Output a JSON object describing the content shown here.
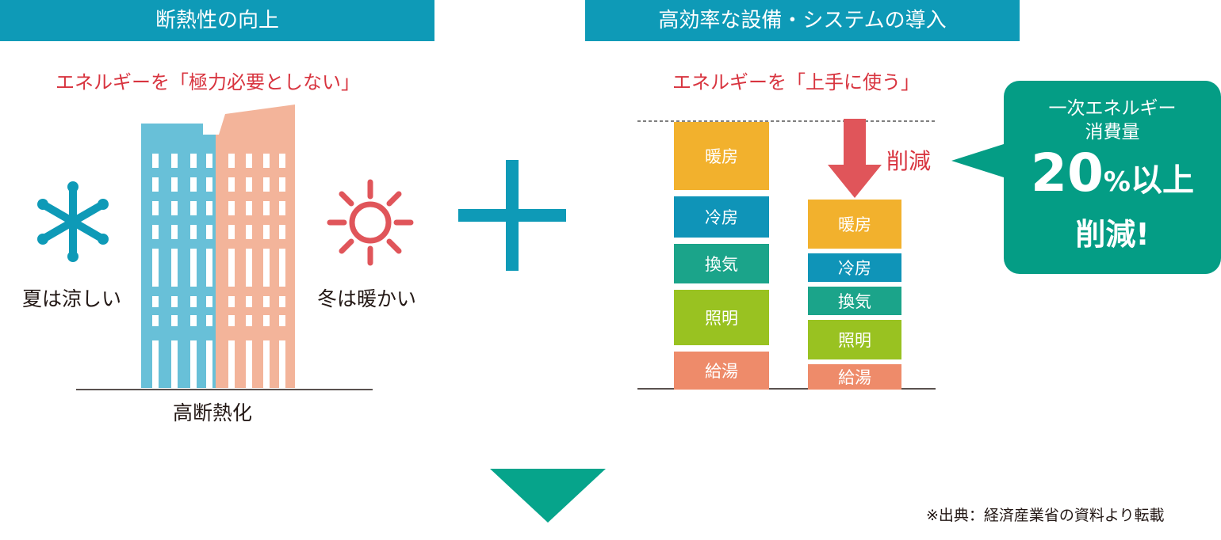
{
  "left": {
    "header": "断熱性の向上",
    "subtitle": "エネルギーを「極力必要としない」",
    "summer_label": "夏は涼しい",
    "winter_label": "冬は暖かい",
    "building_label": "高断熱化"
  },
  "right": {
    "header": "高効率な設備・システムの導入",
    "subtitle": "エネルギーを「上手に使う」",
    "reduction_label": "削減",
    "before_bar": [
      {
        "name": "暖房",
        "color": "#f2b12d"
      },
      {
        "name": "冷房",
        "color": "#0f94b8"
      },
      {
        "name": "換気",
        "color": "#1ba48a"
      },
      {
        "name": "照明",
        "color": "#99c221"
      },
      {
        "name": "給湯",
        "color": "#ee8b6a"
      }
    ],
    "after_bar": [
      {
        "name": "暖房",
        "color": "#f2b12d"
      },
      {
        "name": "冷房",
        "color": "#0f94b8"
      },
      {
        "name": "換気",
        "color": "#1ba48a"
      },
      {
        "name": "照明",
        "color": "#99c221"
      },
      {
        "name": "給湯",
        "color": "#ee8b6a"
      }
    ]
  },
  "callout": {
    "line1": "一次エネルギー",
    "line2": "消費量",
    "big_number": "20",
    "percent": "%",
    "suffix": "以上",
    "line4": "削減!"
  },
  "source_note": "※出典：経済産業省の資料より転載",
  "colors": {
    "header_bg": "#0e9ab7",
    "accent_red": "#d8343f",
    "callout_bg": "#049d85",
    "snow": "#0e9ab7",
    "sun": "#e0555a",
    "building_blue": "#68c0d8",
    "building_salmon": "#f3b49a",
    "plus": "#0e9ab7",
    "down_arrow": "#06a48b"
  }
}
